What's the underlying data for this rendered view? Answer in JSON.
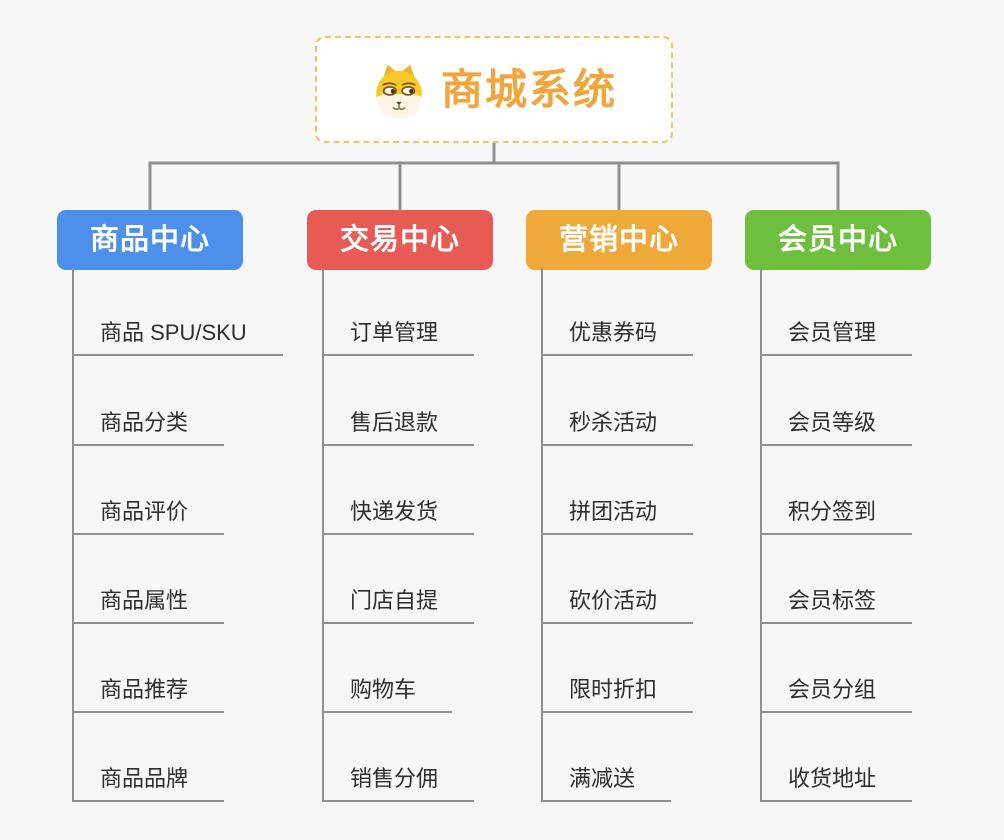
{
  "page": {
    "background_color": "#F7F7F8"
  },
  "root": {
    "title": "商城系统",
    "icon": "shiba-dog-icon",
    "text_color": "#F2A53C",
    "border_color": "#F7C063"
  },
  "connectors": {
    "color": "#909090"
  },
  "branches": [
    {
      "label": "商品中心",
      "color": "#4D90EC",
      "items": [
        "商品 SPU/SKU",
        "商品分类",
        "商品评价",
        "商品属性",
        "商品推荐",
        "商品品牌"
      ]
    },
    {
      "label": "交易中心",
      "color": "#E85B55",
      "items": [
        "订单管理",
        "售后退款",
        "快递发货",
        "门店自提",
        "购物车",
        "销售分佣"
      ]
    },
    {
      "label": "营销中心",
      "color": "#EFA939",
      "items": [
        "优惠券码",
        "秒杀活动",
        "拼团活动",
        "砍价活动",
        "限时折扣",
        "满减送"
      ]
    },
    {
      "label": "会员中心",
      "color": "#6FBF3E",
      "items": [
        "会员管理",
        "会员等级",
        "积分签到",
        "会员标签",
        "会员分组",
        "收货地址"
      ]
    }
  ]
}
